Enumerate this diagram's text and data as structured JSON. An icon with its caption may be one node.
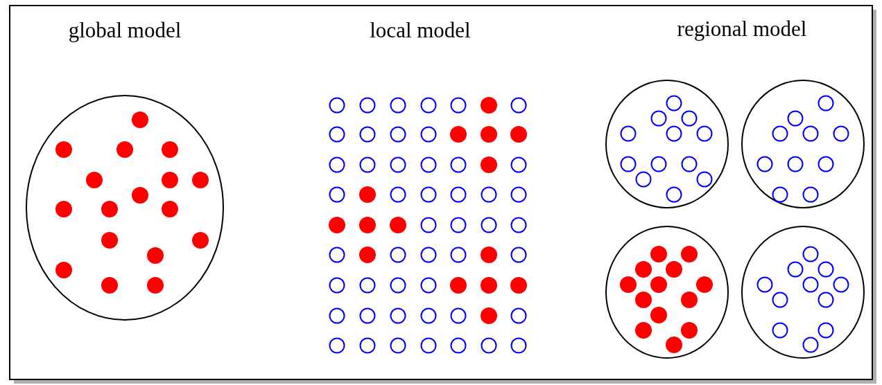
{
  "diagram": {
    "labels": [
      "global model",
      "local model",
      "regional model"
    ]
  }
}
